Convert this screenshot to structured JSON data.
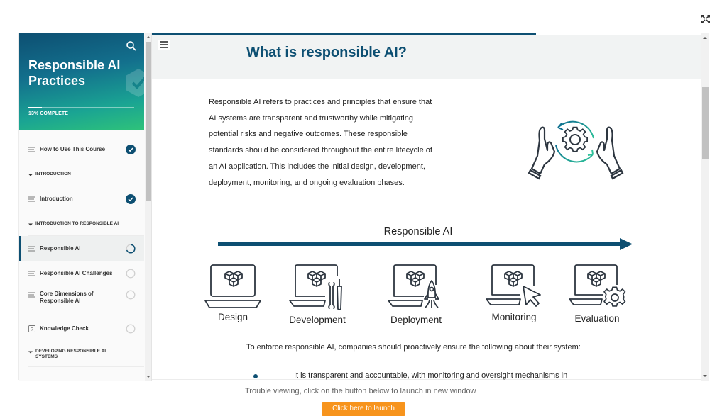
{
  "window": {
    "expand_icon": "expand-arrows-icon"
  },
  "sidebar": {
    "course_title": "Responsible AI Practices",
    "progress_percent": 13,
    "progress_label": "13% COMPLETE",
    "search_icon": "search-icon",
    "items": [
      {
        "type": "lesson",
        "label": "How to Use This Course",
        "icon": "lines-icon",
        "status": "complete"
      },
      {
        "type": "section",
        "label": "INTRODUCTION"
      },
      {
        "type": "lesson",
        "label": "Introduction",
        "icon": "lines-icon",
        "status": "complete"
      },
      {
        "type": "section",
        "label": "INTRODUCTION TO RESPONSIBLE AI"
      },
      {
        "type": "lesson",
        "label": "Responsible AI",
        "icon": "lines-icon",
        "status": "in-progress",
        "active": true
      },
      {
        "type": "lesson",
        "label": "Responsible AI Challenges",
        "icon": "lines-icon",
        "status": "not-started"
      },
      {
        "type": "lesson",
        "label": "Core Dimensions of Responsible AI",
        "icon": "lines-icon",
        "status": "not-started"
      },
      {
        "type": "lesson",
        "label": "Knowledge Check",
        "icon": "question-icon",
        "status": "not-started"
      },
      {
        "type": "section",
        "label": "DEVELOPING RESPONSIBLE AI SYSTEMS"
      }
    ]
  },
  "main": {
    "menu_icon": "hamburger-menu-icon",
    "title": "What is responsible AI?",
    "intro": "Responsible AI refers to practices and principles that ensure that AI systems are transparent and trustworthy while mitigating potential risks and negative outcomes. These responsible standards should be considered throughout the entire lifecycle of an AI application. This includes the initial design, development, deployment, monitoring, and ongoing evaluation phases.",
    "hero_icon": "hands-gear-cycle-icon",
    "diagram": {
      "title": "Responsible AI",
      "phases": [
        {
          "label": "Design",
          "icon": "laptop-cubes-icon"
        },
        {
          "label": "Development",
          "icon": "laptop-tools-icon"
        },
        {
          "label": "Deployment",
          "icon": "laptop-rocket-icon"
        },
        {
          "label": "Monitoring",
          "icon": "laptop-cursor-icon"
        },
        {
          "label": "Evaluation",
          "icon": "laptop-gear-icon"
        }
      ]
    },
    "enforce_text": "To enforce responsible AI, companies should proactively ensure the following about their system:",
    "bullets": [
      "It is transparent and accountable, with monitoring and oversight mechanisms in"
    ]
  },
  "footer": {
    "trouble_text": "Trouble viewing, click on the button below to launch in new window",
    "launch_label": "Click here to launch"
  },
  "colors": {
    "brand_dark": "#0d4f72",
    "brand_green": "#2ec27a",
    "launch_orange": "#f7941d",
    "header_bg": "#f1f3f3"
  }
}
